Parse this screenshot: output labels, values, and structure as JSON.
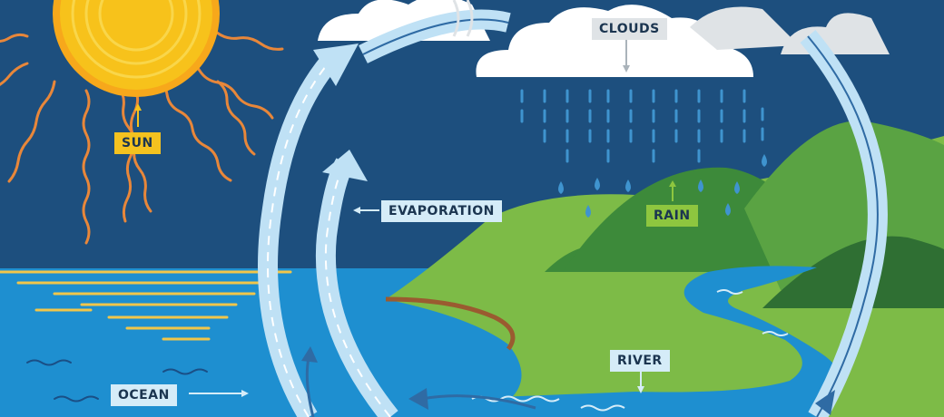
{
  "labels": {
    "sun": "SUN",
    "clouds": "CLOUDS",
    "evaporation": "EVAPORATION",
    "rain": "RAIN",
    "river": "RIVER",
    "ocean": "OCEAN"
  },
  "colors": {
    "sky": "#1d4f7e",
    "ocean": "#1e8fd0",
    "sun": "#f7c21b",
    "land_light": "#7dbb47",
    "land_dark": "#3d8a3a",
    "cloud": "#ffffff",
    "arrow": "#bfe1f5"
  }
}
